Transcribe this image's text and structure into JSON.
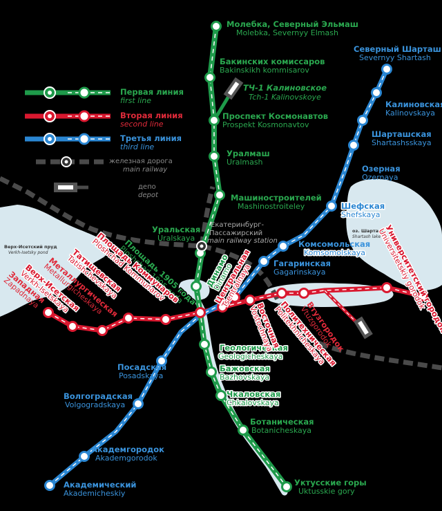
{
  "colors": {
    "green": "#1e9a4a",
    "green_text": "#2aa84f",
    "red": "#d9182f",
    "red_text": "#e02a3a",
    "blue": "#2a86d2",
    "blue_text": "#3a93dc",
    "water": "#d8e8ef",
    "rail": "#4a4a4a",
    "white": "#ffffff"
  },
  "legend": [
    {
      "ru": "Первая линия",
      "lat": "first line",
      "color": "green"
    },
    {
      "ru": "Вторая линия",
      "lat": "second line",
      "color": "red"
    },
    {
      "ru": "Третья линия",
      "lat": "third line",
      "color": "blue"
    },
    {
      "ru": "железная дорога",
      "lat": "main railway",
      "color": "rail"
    },
    {
      "ru": "депо",
      "lat": "depot",
      "color": "rail"
    }
  ],
  "depot_label": {
    "ru": "ТЧ-1 Калиновское",
    "lat": "Tch-1 Kalinovskoye"
  },
  "railway_station": {
    "ru1": "Екатеринбург-",
    "ru2": "–Пассажирский",
    "lat": "main railway station"
  },
  "lakes": {
    "verkh_isetsky": {
      "ru": "Верх-Исетский пруд",
      "lat": "Verkh-Isetsky pond"
    },
    "shartash": {
      "ru": "оз. Шарташ",
      "lat": "Shartash lake"
    }
  },
  "stations": {
    "green": [
      {
        "ru": "Молебка, Северный Эльмаш",
        "lat": "Molebka, Severnyy Elmash"
      },
      {
        "ru": "Бакинских комиссаров",
        "lat": "Bakinskikh kommisarov"
      },
      {
        "ru": "Проспект Космонавтов",
        "lat": "Prospekt Kosmonavtov"
      },
      {
        "ru": "Уралмаш",
        "lat": "Uralmash"
      },
      {
        "ru": "Машиностроителей",
        "lat": "Mashinostroiteley"
      },
      {
        "ru": "Уральская",
        "lat": "Uralskaya"
      },
      {
        "ru": "Динамо",
        "lat": "Dinamo"
      },
      {
        "ru": "Площадь 1905 года",
        "lat": "Ploshchad 1905 goda"
      },
      {
        "ru": "Геологическая",
        "lat": "Geologicheskaya"
      },
      {
        "ru": "Бажовская",
        "lat": "Bazhovskaya"
      },
      {
        "ru": "Чкаловская",
        "lat": "Chkalovskaya"
      },
      {
        "ru": "Ботаническая",
        "lat": "Botanicheskaya"
      },
      {
        "ru": "Уктусские горы",
        "lat": "Uktusskie gory"
      }
    ],
    "red": [
      {
        "ru": "Западная",
        "lat": "Zapadnaya"
      },
      {
        "ru": "Верх-Исетская",
        "lat": "Verkh-Isetskaya"
      },
      {
        "ru": "Металлургическая",
        "lat": "Metallurgicheskaya"
      },
      {
        "ru": "Татищевская",
        "lat": "Tatishchevskaya"
      },
      {
        "ru": "Площадь Коммунаров",
        "lat": "Ploshchad Kommunarov"
      },
      {
        "ru": "Центральная",
        "lat": "Tsentralnaya"
      },
      {
        "ru": "Восточная",
        "lat": "Vostochnaya"
      },
      {
        "ru": "Политехническая",
        "lat": "Politekhnicheskaya"
      },
      {
        "ru": "Втузгородок",
        "lat": "Vtuzgorodok"
      },
      {
        "ru": "Университетский городок",
        "lat": "Universitetskiy gorodok"
      }
    ],
    "blue": [
      {
        "ru": "Северный Шарташ",
        "lat": "Severnyy Shartash"
      },
      {
        "ru": "Калиновская",
        "lat": "Kalinovskaya"
      },
      {
        "ru": "Шарташская",
        "lat": "Shartashsskaya"
      },
      {
        "ru": "Озерная",
        "lat": "Ozernaya"
      },
      {
        "ru": "Шефская",
        "lat": "Shefskaya"
      },
      {
        "ru": "Комсомольская",
        "lat": "Komsomolskaya"
      },
      {
        "ru": "Гагаринская",
        "lat": "Gagarinskaya"
      },
      {
        "ru": "Посадская",
        "lat": "Posadskaya"
      },
      {
        "ru": "Волгоградская",
        "lat": "Volgogradskaya"
      },
      {
        "ru": "Академгородок",
        "lat": "Akademgorodok"
      },
      {
        "ru": "Академический",
        "lat": "Akademicheskiy"
      }
    ]
  }
}
